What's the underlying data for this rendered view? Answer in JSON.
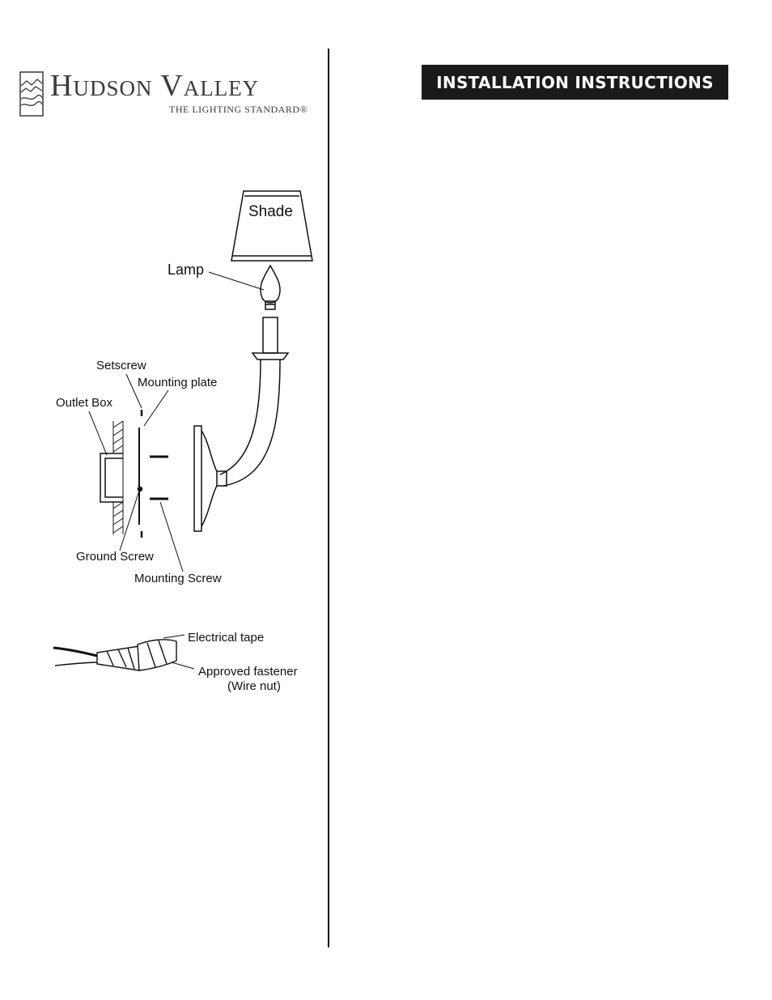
{
  "brand": {
    "name": "Hudson Valley",
    "tagline": "THE LIGHTING STANDARD®"
  },
  "banner": {
    "title": "INSTALLATION INSTRUCTIONS"
  },
  "diagram": {
    "labels": {
      "shade": "Shade",
      "lamp": "Lamp",
      "setscrew": "Setscrew",
      "mounting_plate": "Mounting plate",
      "outlet_box": "Outlet Box",
      "ground_screw": "Ground Screw",
      "mounting_screw": "Mounting Screw"
    }
  },
  "wire_diagram": {
    "labels": {
      "electrical_tape": "Electrical tape",
      "approved_fastener": "Approved fastener",
      "wire_nut": "(Wire nut)"
    }
  }
}
